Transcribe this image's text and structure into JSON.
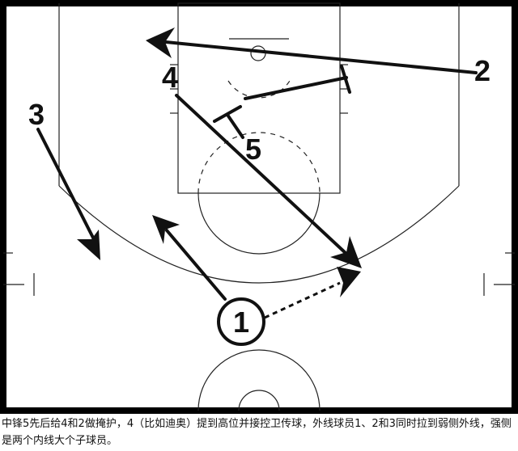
{
  "diagram": {
    "players": {
      "p1": "1",
      "p2": "2",
      "p3": "3",
      "p4": "4",
      "p5": "5"
    },
    "caption": "中锋5先后给4和2做掩护，4（比如迪奥）提到高位并接控卫传球，外线球员1、2和3同时拉到弱侧外线，强侧是两个内线大个子球员。"
  },
  "colors": {
    "background": "#ffffff",
    "lines": "#111111",
    "frame": "#000000"
  }
}
